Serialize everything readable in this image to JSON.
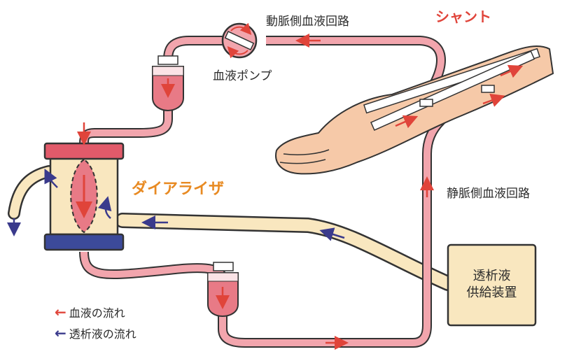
{
  "labels": {
    "arterial_circuit": "動脈側血液回路",
    "shunt": "シャント",
    "blood_pump": "血液ポンプ",
    "dialyzer": "ダイアライザ",
    "venous_circuit": "静脈側血液回路",
    "dialysate_supply_line1": "透析液",
    "dialysate_supply_line2": "供給装置"
  },
  "legend": {
    "blood_flow": "血液の流れ",
    "dialysate_flow": "透析液の流れ"
  },
  "colors": {
    "blood_arrow": "#e0443a",
    "dialysate_arrow": "#3a3a8c",
    "blood_tube": "#f2a5ad",
    "dialysate_tube": "#f9e7bf",
    "skin": "#f6c9a8",
    "dialyzer_top": "#e25a6a",
    "dialyzer_bottom": "#3c4a9a",
    "supply_box": "#f9e7bf"
  }
}
